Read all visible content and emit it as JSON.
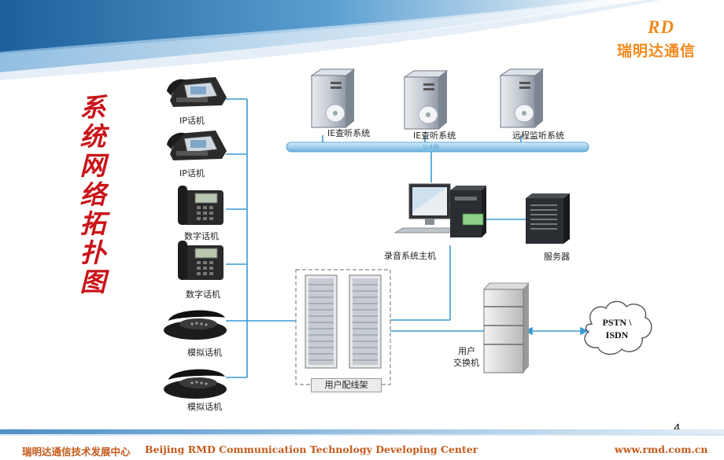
{
  "brand": {
    "logo": "RD",
    "name": "瑞明达通信"
  },
  "title_chars": [
    "系",
    "统",
    "网",
    "络",
    "拓",
    "扑",
    "图"
  ],
  "phones": [
    {
      "label": "IP话机"
    },
    {
      "label": "IP话机"
    },
    {
      "label": "数字话机"
    },
    {
      "label": "数字话机"
    },
    {
      "label": "模拟话机"
    },
    {
      "label": "模拟话机"
    }
  ],
  "servers": [
    {
      "label": "IE查听系统"
    },
    {
      "label": "IE查听系统"
    },
    {
      "label": "远程监听系统"
    }
  ],
  "network_bus_label": "以太网",
  "recording_host": {
    "label": "录音系统主机"
  },
  "server": {
    "label": "服务器"
  },
  "rack": {
    "label": "用户配线架"
  },
  "pbx": {
    "label_line1": "用户",
    "label_line2": "交换机"
  },
  "pstn": {
    "line1": "PSTN \\",
    "line2": "ISDN"
  },
  "page_number": "4",
  "footer": {
    "cn": "瑞明达通信技术发展中心",
    "en": "Beijing RMD Communication Technology Developing Center",
    "url": "www.rmd.com.cn"
  },
  "colors": {
    "brand": "#f28a1e",
    "title": "#c9141a",
    "line": "#3a9ad0",
    "footer_text": "#c45a1a"
  }
}
